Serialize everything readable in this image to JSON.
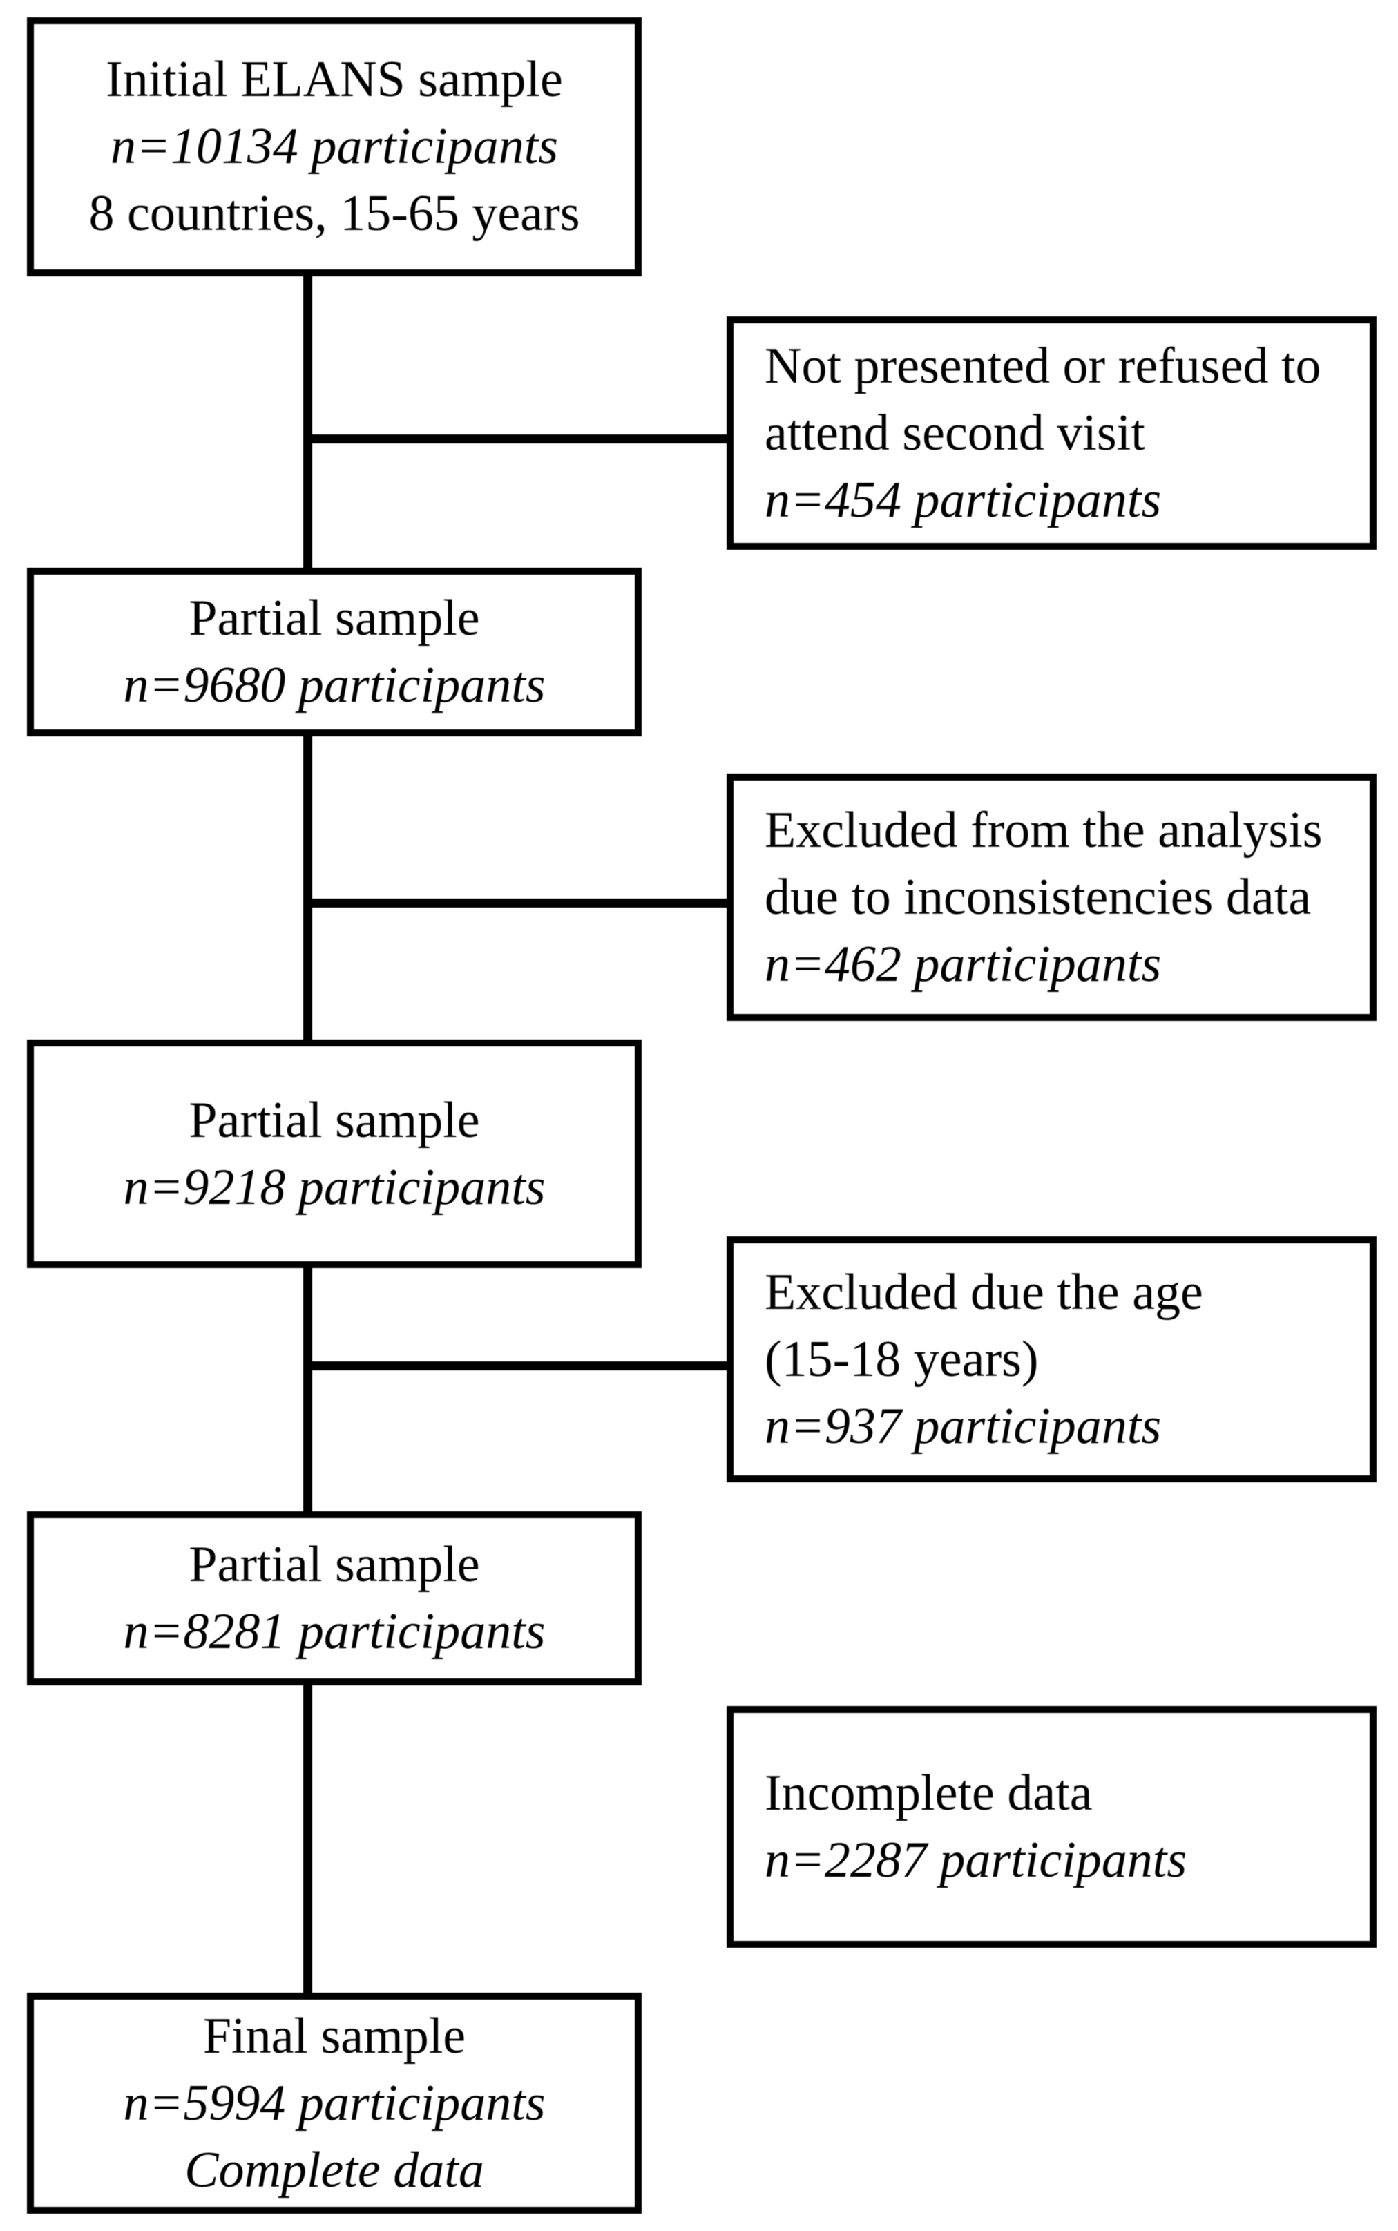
{
  "colors": {
    "background": "#ffffff",
    "line": "#000000",
    "text": "#000000"
  },
  "flow": {
    "main_column": [
      {
        "id": "initial-sample",
        "lines": [
          {
            "text": "Initial ELANS sample",
            "italic": false
          },
          {
            "text": "n=10134 participants",
            "italic": true
          },
          {
            "text": "8 countries, 15-65 years",
            "italic": false
          }
        ]
      },
      {
        "id": "partial-sample-9680",
        "lines": [
          {
            "text": "Partial sample",
            "italic": false
          },
          {
            "text": "n=9680 participants",
            "italic": true
          }
        ]
      },
      {
        "id": "partial-sample-9218",
        "lines": [
          {
            "text": "Partial sample",
            "italic": false
          },
          {
            "text": "n=9218 participants",
            "italic": true
          }
        ]
      },
      {
        "id": "partial-sample-8281",
        "lines": [
          {
            "text": "Partial sample",
            "italic": false
          },
          {
            "text": "n=8281 participants",
            "italic": true
          }
        ]
      },
      {
        "id": "final-sample",
        "lines": [
          {
            "text": "Final sample",
            "italic": false
          },
          {
            "text": "n=5994 participants",
            "italic": true
          },
          {
            "text": "Complete data",
            "italic": true
          }
        ]
      }
    ],
    "exclusion_column": [
      {
        "id": "not-presented-second-visit",
        "lines": [
          {
            "text": "Not presented or refused to",
            "italic": false
          },
          {
            "text": "attend second visit",
            "italic": false
          },
          {
            "text": "n=454 participants",
            "italic": true
          }
        ]
      },
      {
        "id": "excluded-inconsistencies",
        "lines": [
          {
            "text": "Excluded from the analysis",
            "italic": false
          },
          {
            "text": "due to inconsistencies data",
            "italic": false
          },
          {
            "text": "n=462 participants",
            "italic": true
          }
        ]
      },
      {
        "id": "excluded-age",
        "lines": [
          {
            "text": "Excluded due the age",
            "italic": false
          },
          {
            "text": "(15-18 years)",
            "italic": false
          },
          {
            "text": "n=937 participants",
            "italic": true
          }
        ]
      },
      {
        "id": "incomplete-data",
        "lines": [
          {
            "text": "Incomplete data",
            "italic": false
          },
          {
            "text": "n=2287 participants",
            "italic": true
          }
        ]
      }
    ]
  }
}
